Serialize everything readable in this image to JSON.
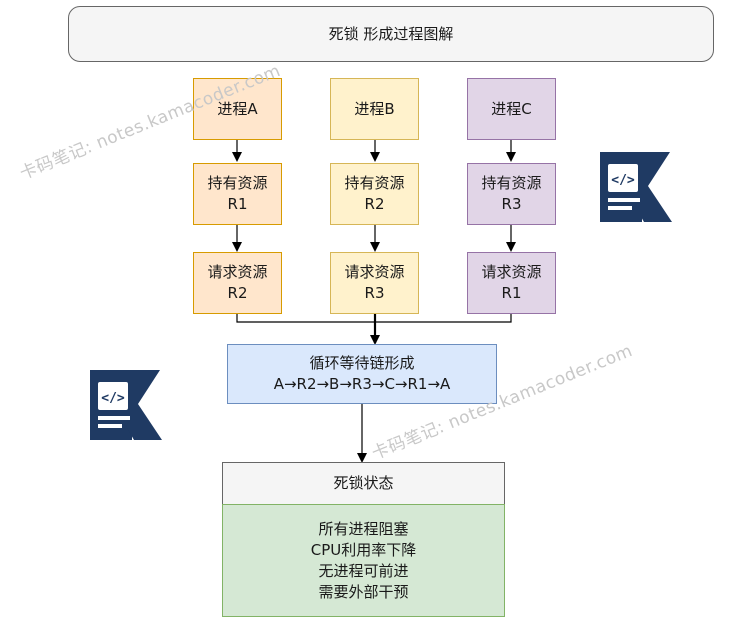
{
  "title": "死锁 形成过程图解",
  "processes": [
    {
      "name": "进程A",
      "holds": [
        "持有资源",
        "R1"
      ],
      "requests": [
        "请求资源",
        "R2"
      ]
    },
    {
      "name": "进程B",
      "holds": [
        "持有资源",
        "R2"
      ],
      "requests": [
        "请求资源",
        "R3"
      ]
    },
    {
      "name": "进程C",
      "holds": [
        "持有资源",
        "R3"
      ],
      "requests": [
        "请求资源",
        "R1"
      ]
    }
  ],
  "cycle": {
    "line1": "循环等待链形成",
    "line2": "A→R2→B→R3→C→R1→A"
  },
  "deadlock": {
    "header": "死锁状态",
    "effects": [
      "所有进程阻塞",
      "CPU利用率下降",
      "无进程可前进",
      "需要外部干预"
    ]
  },
  "watermark": "卡码笔记: notes.kamacoder.com",
  "colors": {
    "line": "#000000",
    "logo": "#1f3a63"
  }
}
